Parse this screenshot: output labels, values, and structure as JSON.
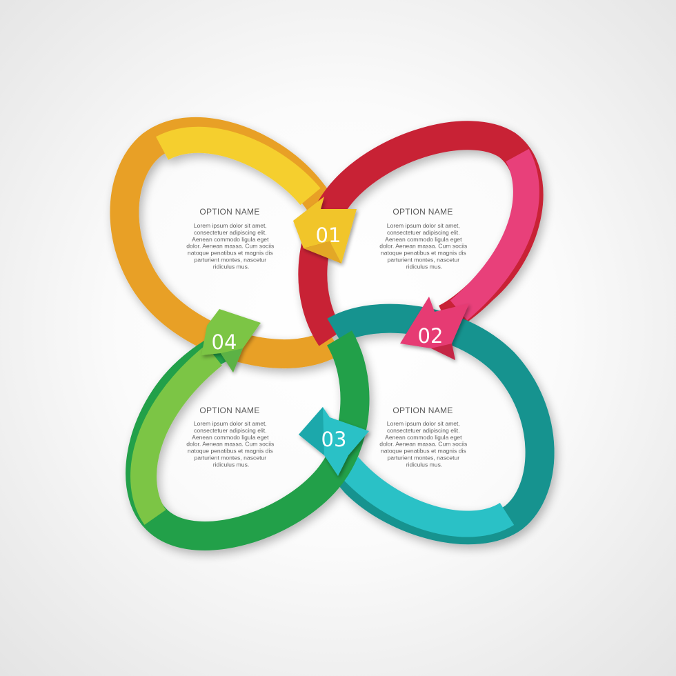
{
  "steps": [
    {
      "number": "01",
      "title": "OPTION NAME",
      "body": [
        "Lorem ipsum dolor sit amet,",
        "consectetuer adipiscing elit.",
        "Aenean commodo ligula eget",
        "dolor. Aenean massa. Cum sociis",
        "natoque penatibus et magnis dis",
        "parturient montes, nascetur",
        "ridiculus mus."
      ],
      "color_light": "#f5d32a",
      "color_dark": "#e8a923"
    },
    {
      "number": "02",
      "title": "OPTION NAME",
      "body": [
        "Lorem ipsum dolor sit amet,",
        "consectetuer adipiscing elit.",
        "Aenean commodo ligula eget",
        "dolor. Aenean massa. Cum sociis",
        "natoque penatibus et magnis dis",
        "parturient montes, nascetur",
        "ridiculus mus."
      ],
      "color_light": "#ec3f7c",
      "color_dark": "#c41f2f"
    },
    {
      "number": "03",
      "title": "OPTION NAME",
      "body": [
        "Lorem ipsum dolor sit amet,",
        "consectetuer adipiscing elit.",
        "Aenean commodo ligula eget",
        "dolor. Aenean massa. Cum sociis",
        "natoque penatibus et magnis dis",
        "parturient montes, nascetur",
        "ridiculus mus."
      ],
      "color_light": "#2ec5cb",
      "color_dark": "#108a85"
    },
    {
      "number": "04",
      "title": "OPTION NAME",
      "body": [
        "Lorem ipsum dolor sit amet,",
        "consectetuer adipiscing elit.",
        "Aenean commodo ligula eget",
        "dolor. Aenean massa. Cum sociis",
        "natoque penatibus et magnis dis",
        "parturient montes, nascetur",
        "ridiculus mus."
      ],
      "color_light": "#7cc544",
      "color_dark": "#22a04a"
    }
  ]
}
